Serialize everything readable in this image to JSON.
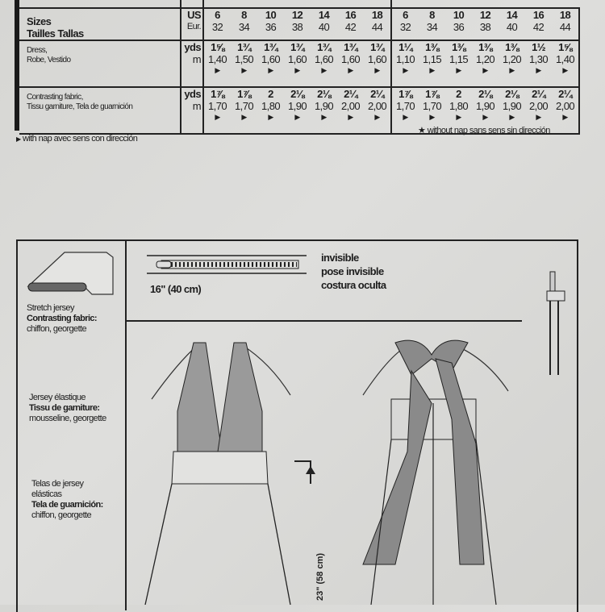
{
  "yardage_table": {
    "sizes_label": "Sizes",
    "sizes_label_2": "Tailles  Tallas",
    "us_label": "US",
    "eur_label": "Eur.",
    "yds_label": "yds",
    "m_label": "m",
    "us_sizes": [
      "6",
      "8",
      "10",
      "12",
      "14",
      "16",
      "18",
      "6",
      "8",
      "10",
      "12",
      "14",
      "16",
      "18"
    ],
    "eur_sizes": [
      "32",
      "34",
      "36",
      "38",
      "40",
      "42",
      "44",
      "32",
      "34",
      "36",
      "38",
      "40",
      "42",
      "44"
    ],
    "rows": [
      {
        "label_1": "Dress,",
        "label_2": "Robe, Vestido",
        "yds": [
          "1⅝",
          "1¾",
          "1¾",
          "1¾",
          "1¾",
          "1¾",
          "1¾",
          "1¼",
          "1⅜",
          "1⅜",
          "1⅜",
          "1⅜",
          "1½",
          "1⅝"
        ],
        "m": [
          "1,40",
          "1,50",
          "1,60",
          "1,60",
          "1,60",
          "1,60",
          "1,60",
          "1,10",
          "1,15",
          "1,15",
          "1,20",
          "1,20",
          "1,30",
          "1,40"
        ]
      },
      {
        "label_1": "Contrasting fabric,",
        "label_2": "Tissu garniture, Tela de guarnición",
        "yds": [
          "1⅞",
          "1⅞",
          "2",
          "2⅛",
          "2⅛",
          "2¼",
          "2¼",
          "1⅞",
          "1⅞",
          "2",
          "2⅛",
          "2⅛",
          "2¼",
          "2¼"
        ],
        "m": [
          "1,70",
          "1,70",
          "1,80",
          "1,90",
          "1,90",
          "2,00",
          "2,00",
          "1,70",
          "1,70",
          "1,80",
          "1,90",
          "1,90",
          "2,00",
          "2,00"
        ]
      }
    ],
    "with_nap_note": "with nap  avec sens  con dirección",
    "without_nap_note": "without nap  sans sens  sin dirección"
  },
  "notions": {
    "zipper_length": "16\" (40 cm)",
    "zipper_type_1": "invisible",
    "zipper_type_2": "pose invisible",
    "zipper_type_3": "costura oculta"
  },
  "fabrics": {
    "en_1": "Stretch jersey",
    "en_2": "Contrasting fabric:",
    "en_3": "chiffon, georgette",
    "fr_1": "Jersey élastique",
    "fr_2": "Tissu de garniture:",
    "fr_3": "mousseline, georgette",
    "es_1": "Telas de jersey",
    "es_1b": "elásticas",
    "es_2": "Tela de guarnición:",
    "es_3": "chiffon, georgette"
  },
  "illustration": {
    "length_label": "23\" (58 cm)"
  }
}
